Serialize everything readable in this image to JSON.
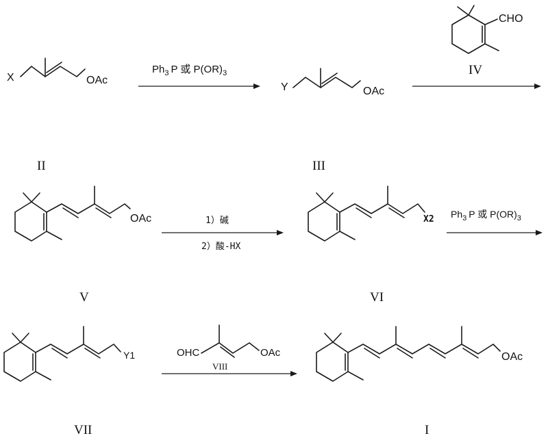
{
  "compounds": {
    "II": {
      "label": "II",
      "left_group": "X",
      "right_group": "OAc"
    },
    "III": {
      "label": "III",
      "left_group": "Y",
      "right_group": "OAc"
    },
    "IV": {
      "label": "IV",
      "group": "CHO"
    },
    "V": {
      "label": "V",
      "group": "OAc"
    },
    "VI": {
      "label": "VI",
      "group": "X2"
    },
    "VII": {
      "label": "VII",
      "group": "Y1"
    },
    "VIII": {
      "label": "VIII",
      "left_group": "OHC",
      "right_group": "OAc"
    },
    "I": {
      "label": "I",
      "group": "OAc"
    }
  },
  "reagents": {
    "step1": {
      "part1": "Ph",
      "sub1": "3",
      "part2": "P 或 P(OR)",
      "sub2": "3"
    },
    "step3_line1": "1）碱",
    "step3_line2": "2）酸-HX",
    "step4": {
      "part1": "Ph",
      "sub1": "3",
      "part2": "P 或 P(OR)",
      "sub2": "3"
    }
  }
}
